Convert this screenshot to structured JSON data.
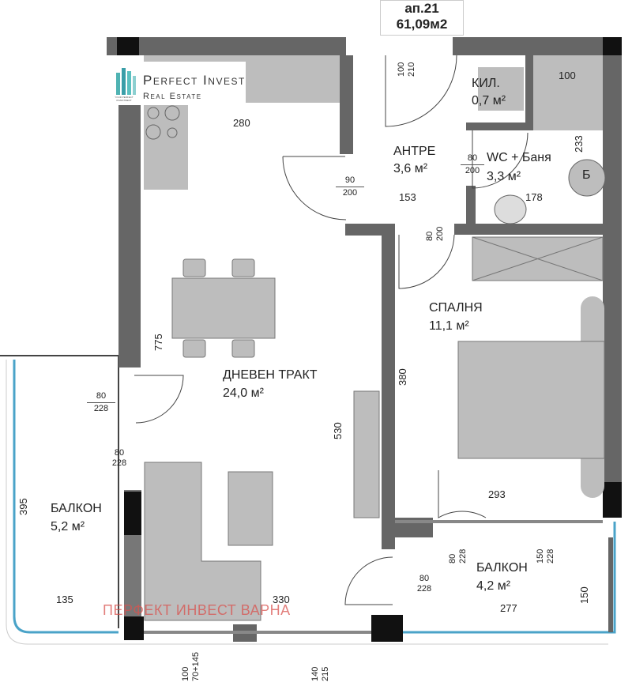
{
  "header": {
    "apartment": "ап.21",
    "total_area": "61,09м2"
  },
  "logo": {
    "brand": "Perfect Invest",
    "subtitle": "Real Estate",
    "tagline": "YOUR PERFECT INVESTMENT"
  },
  "rooms": [
    {
      "name": "КИЛ.",
      "area": "0,7 м²"
    },
    {
      "name": "АНТРЕ",
      "area": "3,6 м²"
    },
    {
      "name": "WC + Баня",
      "area": "3,3 м²"
    },
    {
      "name": "СПАЛНЯ",
      "area": "11,1 м²"
    },
    {
      "name": "ДНЕВЕН ТРАКТ",
      "area": "24,0 м²"
    },
    {
      "name": "БАЛКОН",
      "area": "5,2 м²"
    },
    {
      "name": "БАЛКОН",
      "area": "4,2 м²"
    }
  ],
  "dimensions": {
    "kitchen_width": "280",
    "kil_width": "100",
    "wc_height": "233",
    "antre_width": "153",
    "wc_width": "178",
    "living_height": "775",
    "bedroom_height": "380",
    "living_depth": "530",
    "bedroom_width": "293",
    "balcony_left_height": "395",
    "balcony_left_width": "135",
    "living_width": "330",
    "balcony_right_width": "277",
    "balcony_right_height": "150"
  },
  "openings": {
    "entrance": [
      "100",
      "210"
    ],
    "kitchen_door": [
      "90",
      "200"
    ],
    "wc_door": [
      "80",
      "200"
    ],
    "bedroom_door": [
      "80",
      "200"
    ],
    "living_balcony_door": [
      "80",
      "228"
    ],
    "living_balcony_door2": [
      "80",
      "228"
    ],
    "bedroom_balcony_door": [
      "80",
      "228"
    ],
    "bedroom_window": [
      "150",
      "228"
    ],
    "balcony_right_door": [
      "80",
      "228"
    ],
    "window_bottom_left": [
      "100",
      "70+145"
    ],
    "window_bottom_right": [
      "140",
      "215"
    ]
  },
  "fixtures": {
    "boiler": "Б"
  },
  "watermark": "ПЕРФЕКТ ИНВЕСТ ВАРНА",
  "colors": {
    "wall": "#666666",
    "column": "#111111",
    "furniture": "#bdbdbd",
    "balcony_edge": "#4aa3c8",
    "watermark": "#d9534f"
  }
}
